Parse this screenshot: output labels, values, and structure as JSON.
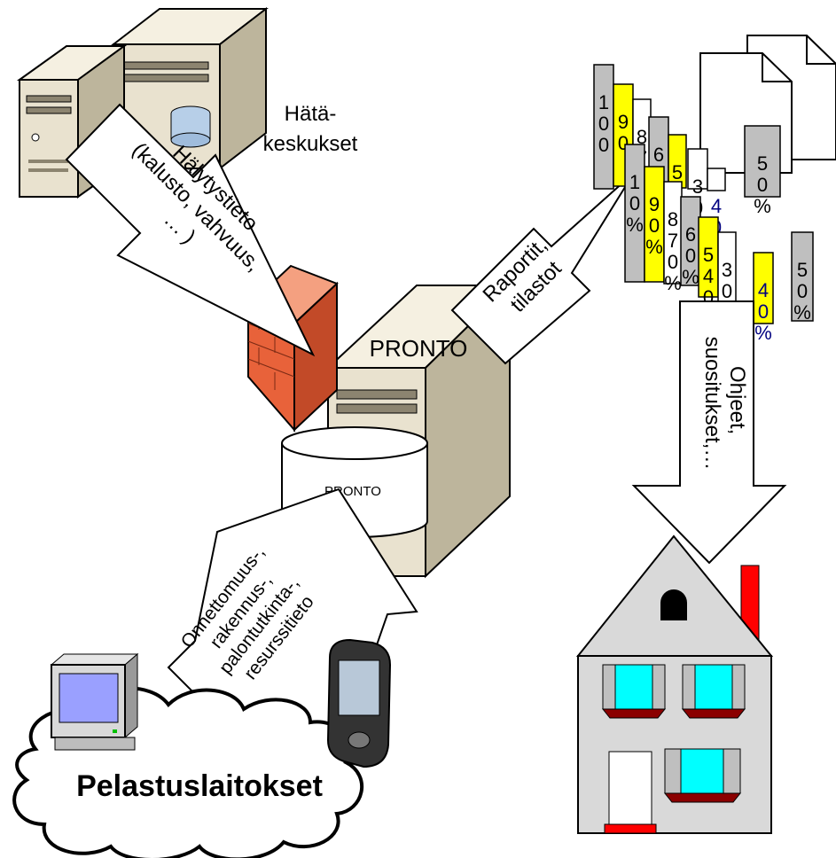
{
  "labels": {
    "hatakeskukset_line1": "Hätä-",
    "hatakeskukset_line2": "keskukset",
    "pronto_server": "PRONTO",
    "pronto_db": "PRONTO",
    "pelastuslaitokset": "Pelastuslaitokset"
  },
  "arrows": {
    "halytystieto": [
      "Hälytystieto",
      "(kalusto, vahvuus,",
      "… )"
    ],
    "raportit": [
      "Raportit,",
      "tilastot"
    ],
    "ohjeet": [
      "Ohjeet,",
      "suositukset,…"
    ],
    "onnettomuus": [
      "Onnettomuus-,",
      "rakennus-,",
      "palontutkinta-,",
      "resurssitieto"
    ]
  },
  "report_bars": {
    "back_row": [
      "1\n0\n0",
      "9\n0",
      "8\n7\n0",
      "6\n0",
      "5\n4\n0",
      "3\n0",
      "4\n0",
      "5\n0\n%"
    ],
    "front_row": [
      "1\n0\n%",
      "9\n0\n%",
      "8\n7\n0\n%",
      "6\n0\n%",
      "5\n4\n0",
      "3\n0\n%",
      "4\n0\n%",
      "5\n0\n%"
    ]
  },
  "colors": {
    "yellow": "#ffff00",
    "gray": "#bfbfbf",
    "brick": "#e8623a",
    "server_beige": "#e9e2cf",
    "house_wall": "#d9d9d9",
    "window_cyan": "#00ffff",
    "chimney_red": "#ff0000",
    "sill_darkred": "#8b0000"
  }
}
